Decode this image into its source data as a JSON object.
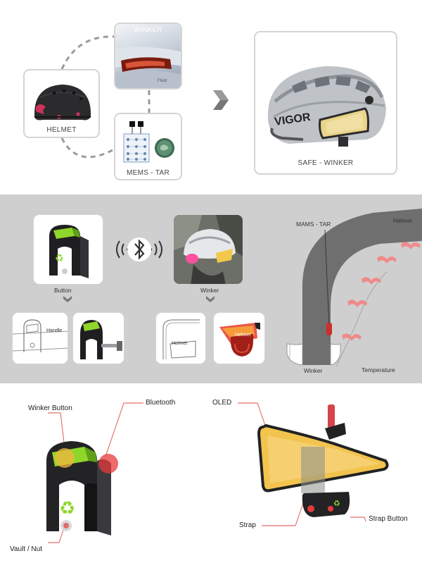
{
  "concept": {
    "winker": "WINKER",
    "helmet": "HELMET",
    "mems": "MEMS - TAR",
    "safe_winker": "SAFE - WINKER",
    "helmet_brand": "VIGOR"
  },
  "system": {
    "button": "Button",
    "winker": "Winker",
    "handle": "Handle",
    "helmet_mount": "Helmet",
    "helmet_on_led": "Helmet"
  },
  "section": {
    "mams_tar": "MAMS - TAR",
    "helmet": "Helmet",
    "winker": "Winker",
    "temperature": "Temperature"
  },
  "parts": {
    "winker_button": "Winker Button",
    "bluetooth": "Bluetooth",
    "vault_nut": "Vault / Nut",
    "oled": "OLED",
    "strap": "Strap",
    "strap_button": "Strap Button"
  },
  "colors": {
    "accent_green": "#8fd62a",
    "accent_red": "#e53a3a",
    "amber": "#f2b640",
    "band_gray": "#cfcfcf"
  },
  "icons": [
    "recycle-icon",
    "bluetooth-icon",
    "chevron-right-icon",
    "signal-wave-icon",
    "heat-wave-icon"
  ]
}
